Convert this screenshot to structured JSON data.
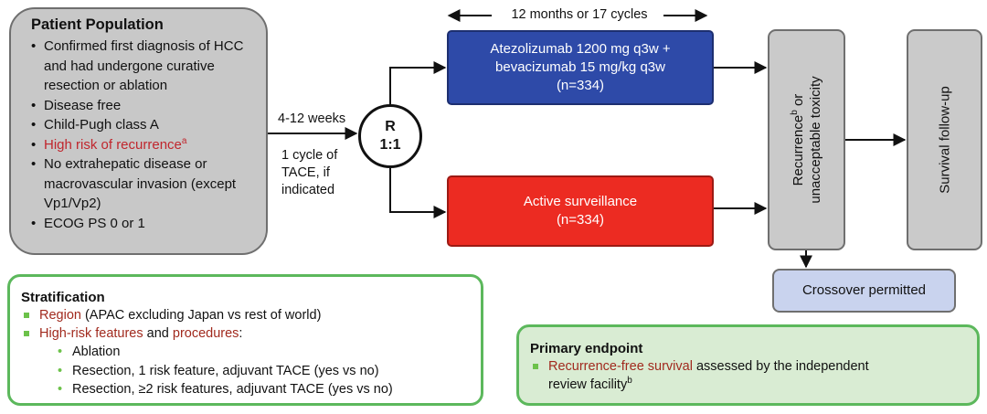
{
  "population": {
    "title": "Patient Population",
    "items": [
      {
        "text": "Confirmed first diagnosis of HCC and had undergone curative resection or ablation"
      },
      {
        "text": "Disease free"
      },
      {
        "text": "Child-Pugh class A"
      },
      {
        "text": "High risk of recurrence",
        "sup": "a"
      },
      {
        "text": "No extrahepatic disease or macrovascular invasion (except Vp1/Vp2)"
      },
      {
        "text": "ECOG PS 0 or 1"
      }
    ]
  },
  "arrow_labels": {
    "weeks": "4-12 weeks",
    "tace": [
      "1 cycle of",
      "TACE, if",
      "indicated"
    ],
    "duration": "12 months or 17 cycles"
  },
  "randomization": {
    "line1": "R",
    "line2": "1:1"
  },
  "arm_atezo": {
    "line1": "Atezolizumab 1200 mg q3w +",
    "line2": "bevacizumab 15 mg/kg q3w",
    "line3": "(n=334)"
  },
  "arm_surveillance": {
    "line1": "Active surveillance",
    "line2": "(n=334)"
  },
  "recurrence_box": {
    "line1_pre": "Recurrence",
    "line1_sup": "b",
    "line1_post": " or",
    "line2": "unacceptable toxicity"
  },
  "survival_box": {
    "label": "Survival follow-up"
  },
  "crossover": {
    "label": "Crossover permitted"
  },
  "stratification": {
    "title": "Stratification",
    "region_label": "Region",
    "region_detail": " (APAC excluding Japan vs rest of world)",
    "risk_label": "High-risk features",
    "risk_and": " and ",
    "procedures_label": "procedures",
    "procedures_colon": ":",
    "sub_items": [
      "Ablation",
      "Resection, 1 risk feature, adjuvant TACE (yes vs no)",
      "Resection, ≥2 risk features, adjuvant TACE (yes vs no)"
    ]
  },
  "primary_endpoint": {
    "title": "Primary endpoint",
    "highlight": "Recurrence-free survival",
    "rest_line1": " assessed by the independent",
    "rest_line2": "review facility",
    "sup": "b"
  },
  "colors": {
    "atezo_box": "#2e4aa8",
    "surveillance_box": "#ec2b22",
    "gray_box": "#c8c8c8",
    "crossover_box": "#c9d3ee",
    "green_border": "#5cb85c",
    "primary_fill": "#d9ecd3",
    "highlight_red": "#c0262d",
    "highlight_brown": "#a12a1e"
  }
}
